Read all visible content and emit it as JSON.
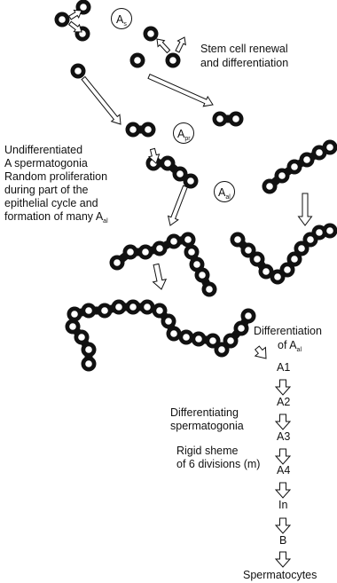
{
  "labels": {
    "As": "A",
    "As_sub": "s",
    "Apr": "A",
    "Apr_sub": "pr",
    "Aal": "A",
    "Aal_sub": "al",
    "stem_line1": "Stem cell renewal",
    "stem_line2": "and differentiation",
    "undiff_line1": "Undifferentiated",
    "undiff_line2": "A spermatogonia",
    "undiff_line3": "Random proliferation",
    "undiff_line4": "during part of the",
    "undiff_line5": "epithelial cycle and",
    "undiff_line6": "formation of many A",
    "undiff_line6_sub": "al",
    "diffof_line1": "Differentiation",
    "diffof_line2": "of A",
    "diffof_line2_sub": "al",
    "diffsp_line1": "Differentiating",
    "diffsp_line2": "spermatogonia",
    "rigid_line1": "Rigid sheme",
    "rigid_line2": "of 6 divisions (m)"
  },
  "stages": [
    "A1",
    "A2",
    "A3",
    "A4",
    "In",
    "B"
  ],
  "final_stage": "Spermatocytes"
}
